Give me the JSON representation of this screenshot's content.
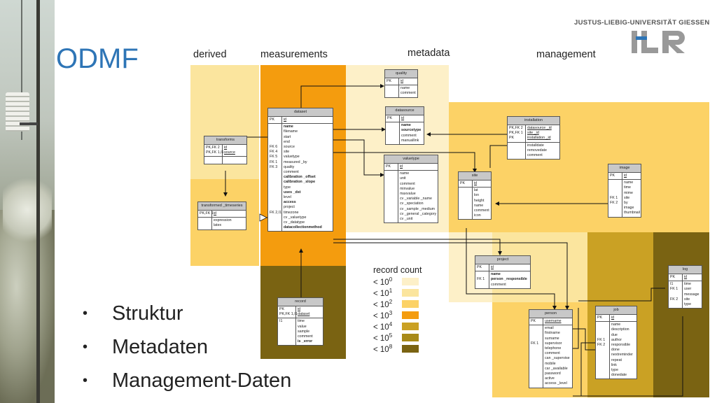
{
  "slide": {
    "title": "ODMF",
    "university": "JUSTUS-LIEBIG-UNIVERSITÄT GIESSEN",
    "logo_text": "ILR"
  },
  "columns": [
    "derived",
    "measurements",
    "metadata",
    "management"
  ],
  "colors": {
    "lt1": "#fdf0c8",
    "lt2": "#fbe59e",
    "lt3": "#fcd266",
    "orange": "#f49c0e",
    "ochre": "#caa124",
    "olive": "#7a6312",
    "title_blue": "#2e75b6"
  },
  "bullets": [
    "Struktur",
    "Metadaten",
    "Management-Daten"
  ],
  "legend": {
    "title": "record count",
    "items": [
      {
        "base": "< 10",
        "exp": "0",
        "color": "#fdf0c8"
      },
      {
        "base": "< 10",
        "exp": "1",
        "color": "#fbe59e"
      },
      {
        "base": "< 10",
        "exp": "2",
        "color": "#fcd266"
      },
      {
        "base": "< 10",
        "exp": "3",
        "color": "#f49c0e"
      },
      {
        "base": "< 10",
        "exp": "4",
        "color": "#caa124"
      },
      {
        "base": "< 10",
        "exp": "5",
        "color": "#a88a18"
      },
      {
        "base": "< 10",
        "exp": "8",
        "color": "#7a6312"
      }
    ]
  },
  "entities": {
    "quality": {
      "title": "quality",
      "rows": [
        {
          "keys": [
            "PK"
          ],
          "fields": [
            {
              "t": "id",
              "u": true
            }
          ]
        },
        {
          "keys": [],
          "fields": [
            {
              "t": "name"
            },
            {
              "t": "comment"
            }
          ]
        }
      ]
    },
    "dataset": {
      "title": "dataset",
      "rows": [
        {
          "keys": [
            "PK"
          ],
          "fields": [
            {
              "t": "id",
              "u": true
            }
          ]
        },
        {
          "keys": [
            "",
            "",
            "",
            "",
            "FK 6",
            "FK 4",
            "FK 5",
            "FK 1",
            "FK 3",
            "",
            "",
            "",
            "",
            "",
            "",
            "",
            "",
            "FK 2,I1"
          ],
          "fields": [
            {
              "t": "name",
              "b": true
            },
            {
              "t": "filename"
            },
            {
              "t": "start"
            },
            {
              "t": "end"
            },
            {
              "t": "source"
            },
            {
              "t": "site"
            },
            {
              "t": "valuetype"
            },
            {
              "t": "measured _by"
            },
            {
              "t": "quality"
            },
            {
              "t": "comment"
            },
            {
              "t": "calibration _offset",
              "b": true
            },
            {
              "t": "calibration _slope",
              "b": true
            },
            {
              "t": "type"
            },
            {
              "t": "uses _dst",
              "b": true
            },
            {
              "t": "level"
            },
            {
              "t": "access",
              "b": true
            },
            {
              "t": "project"
            },
            {
              "t": "timezone"
            },
            {
              "t": "cv _valuetype"
            },
            {
              "t": "cv _datatype"
            },
            {
              "t": "datacollectionmethod",
              "b": true
            }
          ]
        }
      ]
    },
    "transforms": {
      "title": "transforms",
      "rows": [
        {
          "keys": [
            "PK,FK 2",
            "PK,FK 1,I1"
          ],
          "fields": [
            {
              "t": "id",
              "u": true
            },
            {
              "t": "source",
              "u": true
            }
          ]
        },
        {
          "keys": [],
          "fields": [
            {
              "t": " "
            }
          ]
        }
      ]
    },
    "transformed_timeseries": {
      "title": "transformed _timeseries",
      "rows": [
        {
          "keys": [
            "PK,FK 1"
          ],
          "fields": [
            {
              "t": "id",
              "u": true
            }
          ]
        },
        {
          "keys": [],
          "fields": [
            {
              "t": "expression"
            },
            {
              "t": "latex"
            }
          ]
        }
      ]
    },
    "datasource": {
      "title": "datasource",
      "rows": [
        {
          "keys": [
            "PK"
          ],
          "fields": [
            {
              "t": "id",
              "u": true
            }
          ]
        },
        {
          "keys": [],
          "fields": [
            {
              "t": "name",
              "b": true
            },
            {
              "t": "sourcetype",
              "b": true
            },
            {
              "t": "comment"
            },
            {
              "t": "manuallink"
            }
          ]
        }
      ]
    },
    "valuetype": {
      "title": "valuetype",
      "rows": [
        {
          "keys": [
            "PK"
          ],
          "fields": [
            {
              "t": "id",
              "u": true
            }
          ]
        },
        {
          "keys": [],
          "fields": [
            {
              "t": "name"
            },
            {
              "t": "unit"
            },
            {
              "t": "comment"
            },
            {
              "t": "minvalue"
            },
            {
              "t": "maxvalue"
            },
            {
              "t": "cv _variable _name"
            },
            {
              "t": "cv _speciation"
            },
            {
              "t": "cv _sample _medium"
            },
            {
              "t": "cv _general _category"
            },
            {
              "t": "cv _unit"
            }
          ]
        }
      ]
    },
    "installation": {
      "title": "installation",
      "rows": [
        {
          "keys": [
            "PK,FK 2",
            "PK,FK 1",
            "PK"
          ],
          "fields": [
            {
              "t": "datasource _id",
              "u": true
            },
            {
              "t": "site _id",
              "u": true
            },
            {
              "t": "installation _id",
              "u": true
            }
          ]
        },
        {
          "keys": [],
          "fields": [
            {
              "t": "installdate"
            },
            {
              "t": "removedate"
            },
            {
              "t": "comment"
            }
          ]
        }
      ]
    },
    "site": {
      "title": "site",
      "rows": [
        {
          "keys": [
            "PK"
          ],
          "fields": [
            {
              "t": "id",
              "u": true
            }
          ]
        },
        {
          "keys": [],
          "fields": [
            {
              "t": "lat"
            },
            {
              "t": "lon"
            },
            {
              "t": "height"
            },
            {
              "t": "name"
            },
            {
              "t": "comment"
            },
            {
              "t": "icon"
            }
          ]
        }
      ]
    },
    "image": {
      "title": "image",
      "rows": [
        {
          "keys": [
            "PK"
          ],
          "fields": [
            {
              "t": "id",
              "u": true
            }
          ]
        },
        {
          "keys": [
            "",
            "",
            "",
            "FK 1",
            "FK 2"
          ],
          "fields": [
            {
              "t": "name"
            },
            {
              "t": "time"
            },
            {
              "t": "mime"
            },
            {
              "t": "site"
            },
            {
              "t": "by"
            },
            {
              "t": "image"
            },
            {
              "t": "thumbnail"
            }
          ]
        }
      ]
    },
    "record": {
      "title": "record",
      "rows": [
        {
          "keys": [
            "PK",
            "PK,FK 1,I1"
          ],
          "fields": [
            {
              "t": "id",
              "u": true
            },
            {
              "t": "dataset",
              "u": true
            }
          ]
        },
        {
          "keys": [
            "I1"
          ],
          "fields": [
            {
              "t": "time"
            },
            {
              "t": "value"
            },
            {
              "t": "sample"
            },
            {
              "t": "comment"
            },
            {
              "t": "is _error",
              "b": true
            }
          ]
        }
      ]
    },
    "project": {
      "title": "project",
      "rows": [
        {
          "keys": [
            "PK"
          ],
          "fields": [
            {
              "t": "id",
              "u": true
            }
          ]
        },
        {
          "keys": [
            "",
            "FK 1"
          ],
          "fields": [
            {
              "t": "name",
              "b": true
            },
            {
              "t": "person _responsible",
              "b": true
            },
            {
              "t": "comment"
            }
          ]
        }
      ]
    },
    "person": {
      "title": "person",
      "rows": [
        {
          "keys": [
            "PK"
          ],
          "fields": [
            {
              "t": "username",
              "u": true
            }
          ]
        },
        {
          "keys": [
            "",
            "",
            "",
            "FK 1"
          ],
          "fields": [
            {
              "t": "email"
            },
            {
              "t": "firstname"
            },
            {
              "t": "surname"
            },
            {
              "t": "supervisor"
            },
            {
              "t": "telephone"
            },
            {
              "t": "comment"
            },
            {
              "t": "can _supervise"
            },
            {
              "t": "mobile"
            },
            {
              "t": "car _available"
            },
            {
              "t": "password"
            },
            {
              "t": "active"
            },
            {
              "t": "access _level"
            }
          ]
        }
      ]
    },
    "job": {
      "title": "job",
      "rows": [
        {
          "keys": [
            "PK"
          ],
          "fields": [
            {
              "t": "id",
              "u": true
            }
          ]
        },
        {
          "keys": [
            "",
            "",
            "",
            "FK 1",
            "FK 2"
          ],
          "fields": [
            {
              "t": "name"
            },
            {
              "t": "description"
            },
            {
              "t": "due"
            },
            {
              "t": "author"
            },
            {
              "t": "responsible"
            },
            {
              "t": "done"
            },
            {
              "t": "nextreminder"
            },
            {
              "t": "repeat"
            },
            {
              "t": "link"
            },
            {
              "t": "type"
            },
            {
              "t": "donedate"
            }
          ]
        }
      ]
    },
    "log": {
      "title": "log",
      "rows": [
        {
          "keys": [
            "PK"
          ],
          "fields": [
            {
              "t": "id",
              "u": true
            }
          ]
        },
        {
          "keys": [
            "I1",
            "FK 1",
            "",
            "FK 2"
          ],
          "fields": [
            {
              "t": "time"
            },
            {
              "t": "user"
            },
            {
              "t": "message"
            },
            {
              "t": "site"
            },
            {
              "t": "type"
            }
          ]
        }
      ]
    }
  }
}
